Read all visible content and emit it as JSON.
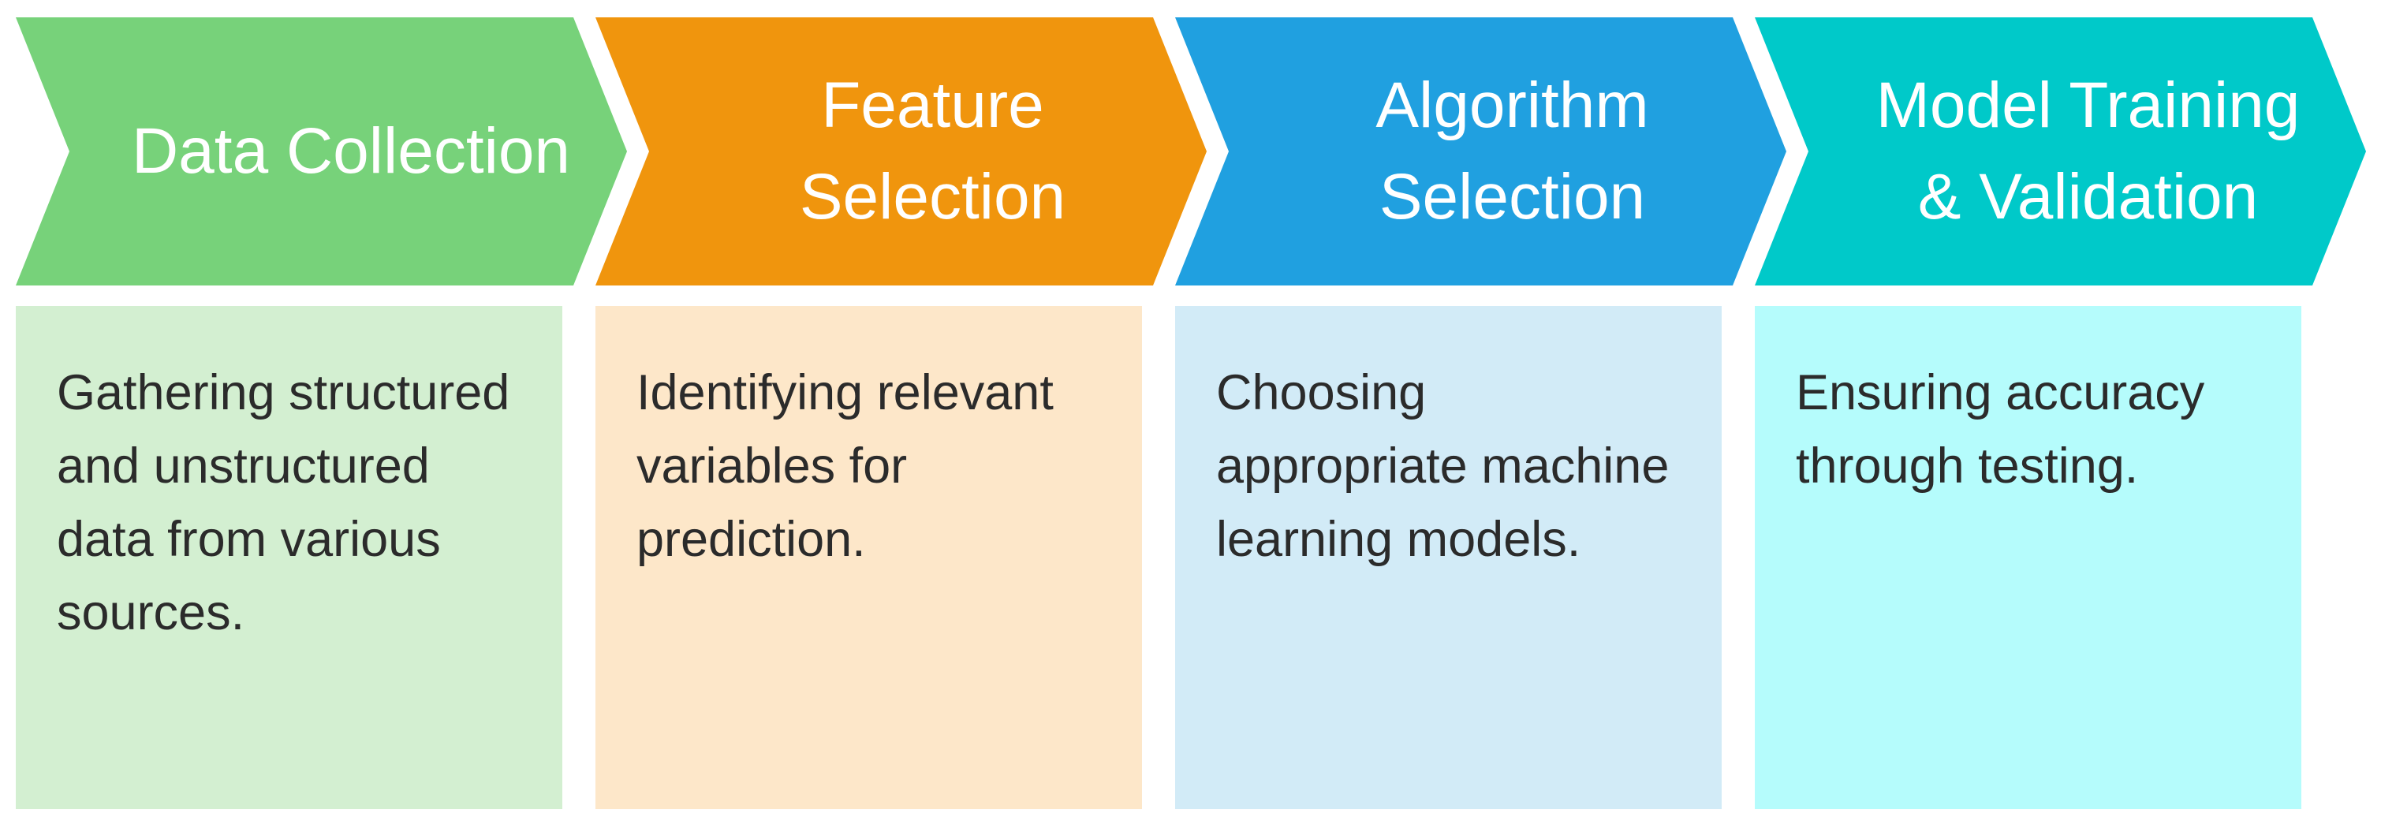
{
  "steps": [
    {
      "title_lines": [
        "Data Collection"
      ],
      "description": "Gathering structured and unstructured data from various sources.",
      "arrow_color": "#77d27a",
      "box_color": "#d3efd1"
    },
    {
      "title_lines": [
        "Feature",
        "Selection"
      ],
      "description": "Identifying relevant variables for prediction.",
      "arrow_color": "#f0950d",
      "box_color": "#fde7c9"
    },
    {
      "title_lines": [
        "Algorithm",
        "Selection"
      ],
      "description": "Choosing appropriate machine learning models.",
      "arrow_color": "#20a0e0",
      "box_color": "#d2ebf7"
    },
    {
      "title_lines": [
        "Model Training",
        "& Validation"
      ],
      "description": "Ensuring accuracy through testing.",
      "arrow_color": "#00c9c9",
      "box_color": "#b5fcfc"
    }
  ]
}
